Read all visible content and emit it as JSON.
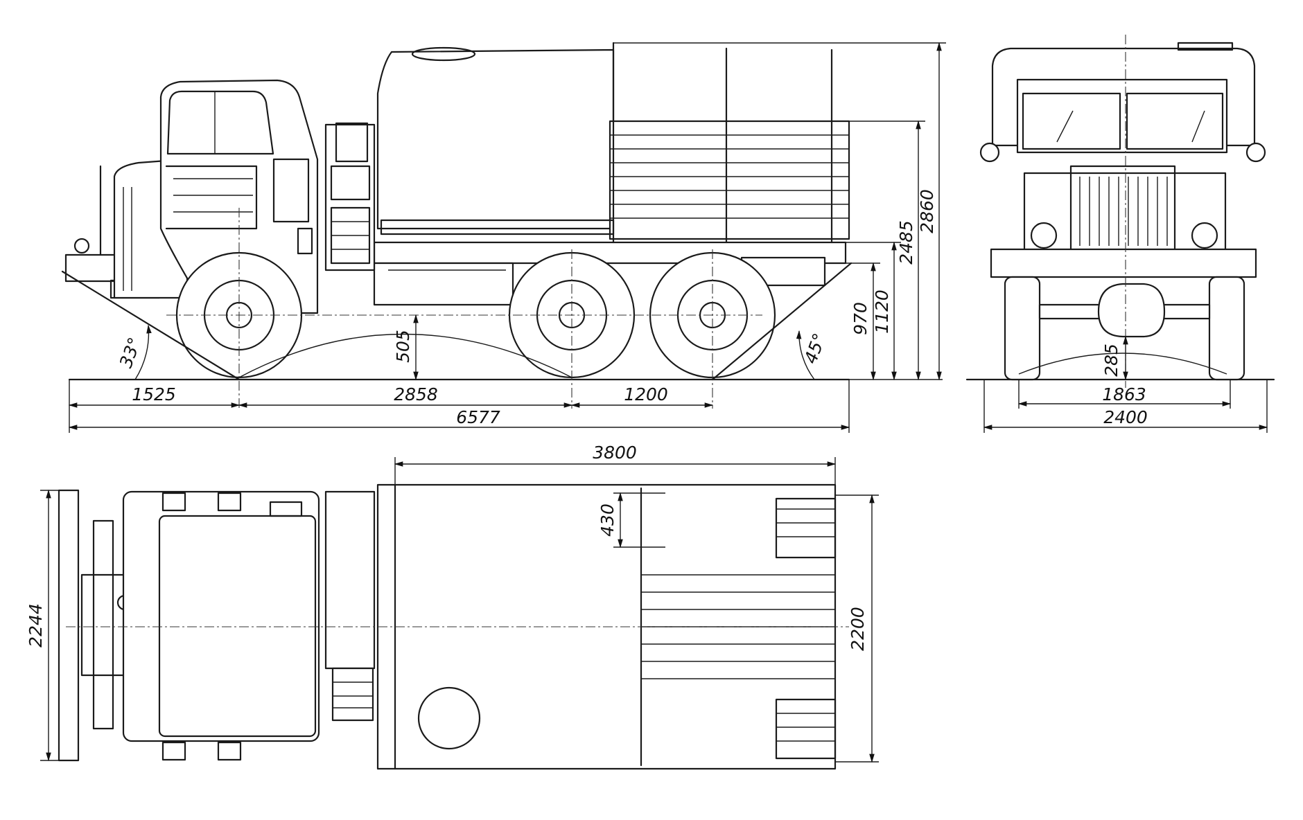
{
  "side_view": {
    "dims": {
      "front_overhang": "1525",
      "wheelbase_front": "2858",
      "wheelbase_rear": "1200",
      "overall_length": "6577",
      "ground_clearance": "505",
      "frame_height": "970",
      "platform_height": "1120",
      "side_height": "2485",
      "overall_height": "2860",
      "approach_angle": "33°",
      "departure_angle": "45°"
    }
  },
  "front_view": {
    "dims": {
      "track": "1863",
      "overall_width": "2400",
      "axle_clearance": "285"
    }
  },
  "top_view": {
    "dims": {
      "body_length": "3800",
      "seat_width": "430",
      "body_width": "2200",
      "front_width": "2244"
    }
  }
}
